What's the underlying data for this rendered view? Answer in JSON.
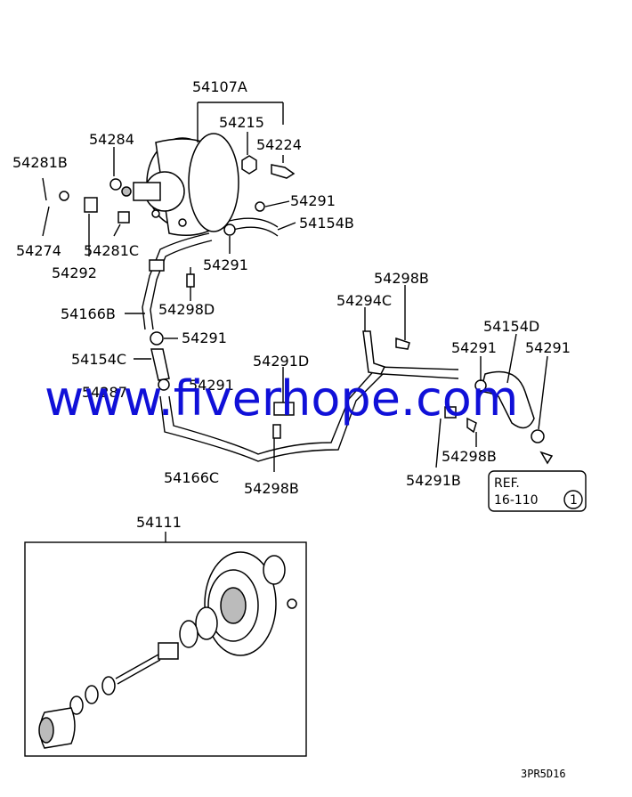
{
  "labels": {
    "p54107A": "54107A",
    "p54215": "54215",
    "p54224": "54224",
    "p54284": "54284",
    "p54281B": "54281B",
    "p54291_a": "54291",
    "p54154B": "54154B",
    "p54274": "54274",
    "p54281C": "54281C",
    "p54292": "54292",
    "p54291_b": "54291",
    "p54298D": "54298D",
    "p54166B": "54166B",
    "p54291_c": "54291",
    "p54154C": "54154C",
    "p54291_d": "54291",
    "p54287": "54287",
    "p54291D": "54291D",
    "p54298B_a": "54298B",
    "p54294C": "54294C",
    "p54154D": "54154D",
    "p54291_e": "54291",
    "p54291_f": "54291",
    "p54298B_b": "54298B",
    "p54291B": "54291B",
    "p54166C": "54166C",
    "p54298B_c": "54298B",
    "p54111": "54111"
  },
  "ref_box": {
    "line1": "REF.",
    "line2": "16-110",
    "circled": "1"
  },
  "watermark": "www.fiverhope.com",
  "figure_code": "3PR5D16",
  "colors": {
    "watermark": "#1010d8",
    "lines": "#000000",
    "background": "#ffffff"
  }
}
